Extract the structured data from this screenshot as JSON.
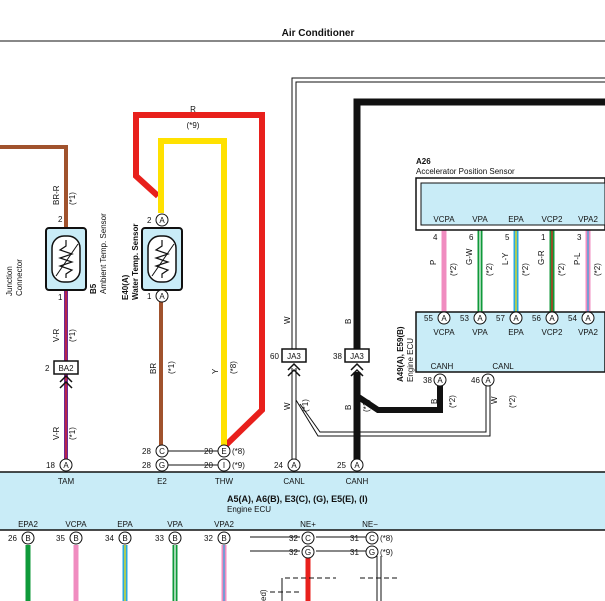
{
  "title": "Air Conditioner",
  "colors": {
    "red": "#e8201c",
    "yellow": "#ffe100",
    "brown": "#a0522d",
    "purple": "#6a2a96",
    "pink": "#f08cc0",
    "green": "#0f9a3a",
    "blue": "#2aa8e0",
    "ecu_fill": "#c9ecf7",
    "black": "#111111"
  },
  "ambient_sensor": {
    "id": "B5",
    "name": "Ambient Temp. Sensor",
    "top_pin": "2",
    "bottom_pin": "1",
    "top_wire": "BR-R",
    "top_wire_note": "(*1)",
    "bottom_wire": "V-R",
    "bottom_wire_note": "(*1)"
  },
  "junction": {
    "label": "BA2",
    "pin": "2",
    "side_text_1": "Junction",
    "side_text_2": "Connector",
    "wire_below": "V-R",
    "wire_below_note": "(*1)"
  },
  "water_sensor": {
    "id": "E40(A)",
    "name": "Water Temp. Sensor",
    "pin2": "2",
    "pin2_letter": "A",
    "pin1": "1",
    "pin1_letter": "A",
    "brown_wire": "BR",
    "brown_note": "(*1)",
    "yellow_wire": "Y",
    "yellow_note": "(*8)",
    "red_wire": "R",
    "red_note": "(*9)"
  },
  "ja3_left": {
    "label": "JA3",
    "pin": "60",
    "wire_above": "W",
    "wire_below": "W",
    "note": "(*1)"
  },
  "ja3_right": {
    "label": "JA3",
    "pin": "38",
    "wire_above": "B",
    "wire_below": "B",
    "note": "(*1)"
  },
  "a26": {
    "id": "A26",
    "name": "Accelerator Position Sensor",
    "terminals": [
      {
        "name": "VCPA",
        "pin": "4",
        "wire": "P",
        "note": "(*2)"
      },
      {
        "name": "VPA",
        "pin": "6",
        "wire": "G-W",
        "note": "(*2)"
      },
      {
        "name": "EPA",
        "pin": "5",
        "wire": "L-Y",
        "note": "(*2)"
      },
      {
        "name": "VCP2",
        "pin": "1",
        "wire": "G-R",
        "note": "(*2)"
      },
      {
        "name": "VPA2",
        "pin": "3",
        "wire": "P-L",
        "note": "(*2)"
      }
    ]
  },
  "a49": {
    "id": "A49(A), E59(B)",
    "sub": "Engine ECU",
    "pins": [
      {
        "num": "55",
        "letter": "A",
        "name": "VCPA"
      },
      {
        "num": "53",
        "letter": "A",
        "name": "VPA"
      },
      {
        "num": "57",
        "letter": "A",
        "name": "EPA"
      },
      {
        "num": "56",
        "letter": "A",
        "name": "VCP2"
      },
      {
        "num": "54",
        "letter": "A",
        "name": "VPA2"
      }
    ],
    "canh_label": "CANH",
    "canl_label": "CANL",
    "canh_pin": "38",
    "canh_letter": "A",
    "canl_pin": "46",
    "canl_letter": "A",
    "canh_wire": "B",
    "canl_wire": "W",
    "note": "(*2)"
  },
  "ecu_main": {
    "title": "A5(A), A6(B), E3(C), (G), E5(E), (I)",
    "subtitle": "Engine ECU",
    "top_pins": [
      {
        "num": "18",
        "letter": "A",
        "label": "TAM"
      },
      {
        "num": "28",
        "letter": "C",
        "label": "E2"
      },
      {
        "num": "28",
        "letter": "G",
        "label": ""
      },
      {
        "num": "20",
        "letter": "E",
        "label": "THW",
        "note": "(*8)"
      },
      {
        "num": "20",
        "letter": "I",
        "label": "",
        "note": "(*9)"
      },
      {
        "num": "24",
        "letter": "A",
        "label": "CANL"
      },
      {
        "num": "25",
        "letter": "A",
        "label": "CANH"
      }
    ],
    "bottom_pins": [
      {
        "num": "26",
        "letter": "B",
        "label": "EPA2"
      },
      {
        "num": "35",
        "letter": "B",
        "label": "VCPA"
      },
      {
        "num": "34",
        "letter": "B",
        "label": "EPA"
      },
      {
        "num": "33",
        "letter": "B",
        "label": "VPA"
      },
      {
        "num": "32",
        "letter": "B",
        "label": "VPA2"
      }
    ],
    "ne_plus": {
      "label": "NE+",
      "num": "32",
      "letter": "C"
    },
    "ne_plus_alt": {
      "num": "32",
      "letter": "G"
    },
    "ne_minus": {
      "label": "NE−",
      "num": "31",
      "letter": "C",
      "note": "(*8)"
    },
    "ne_minus_alt": {
      "num": "31",
      "letter": "G",
      "note": "(*9)"
    }
  },
  "bottom_fragment": "ed)"
}
